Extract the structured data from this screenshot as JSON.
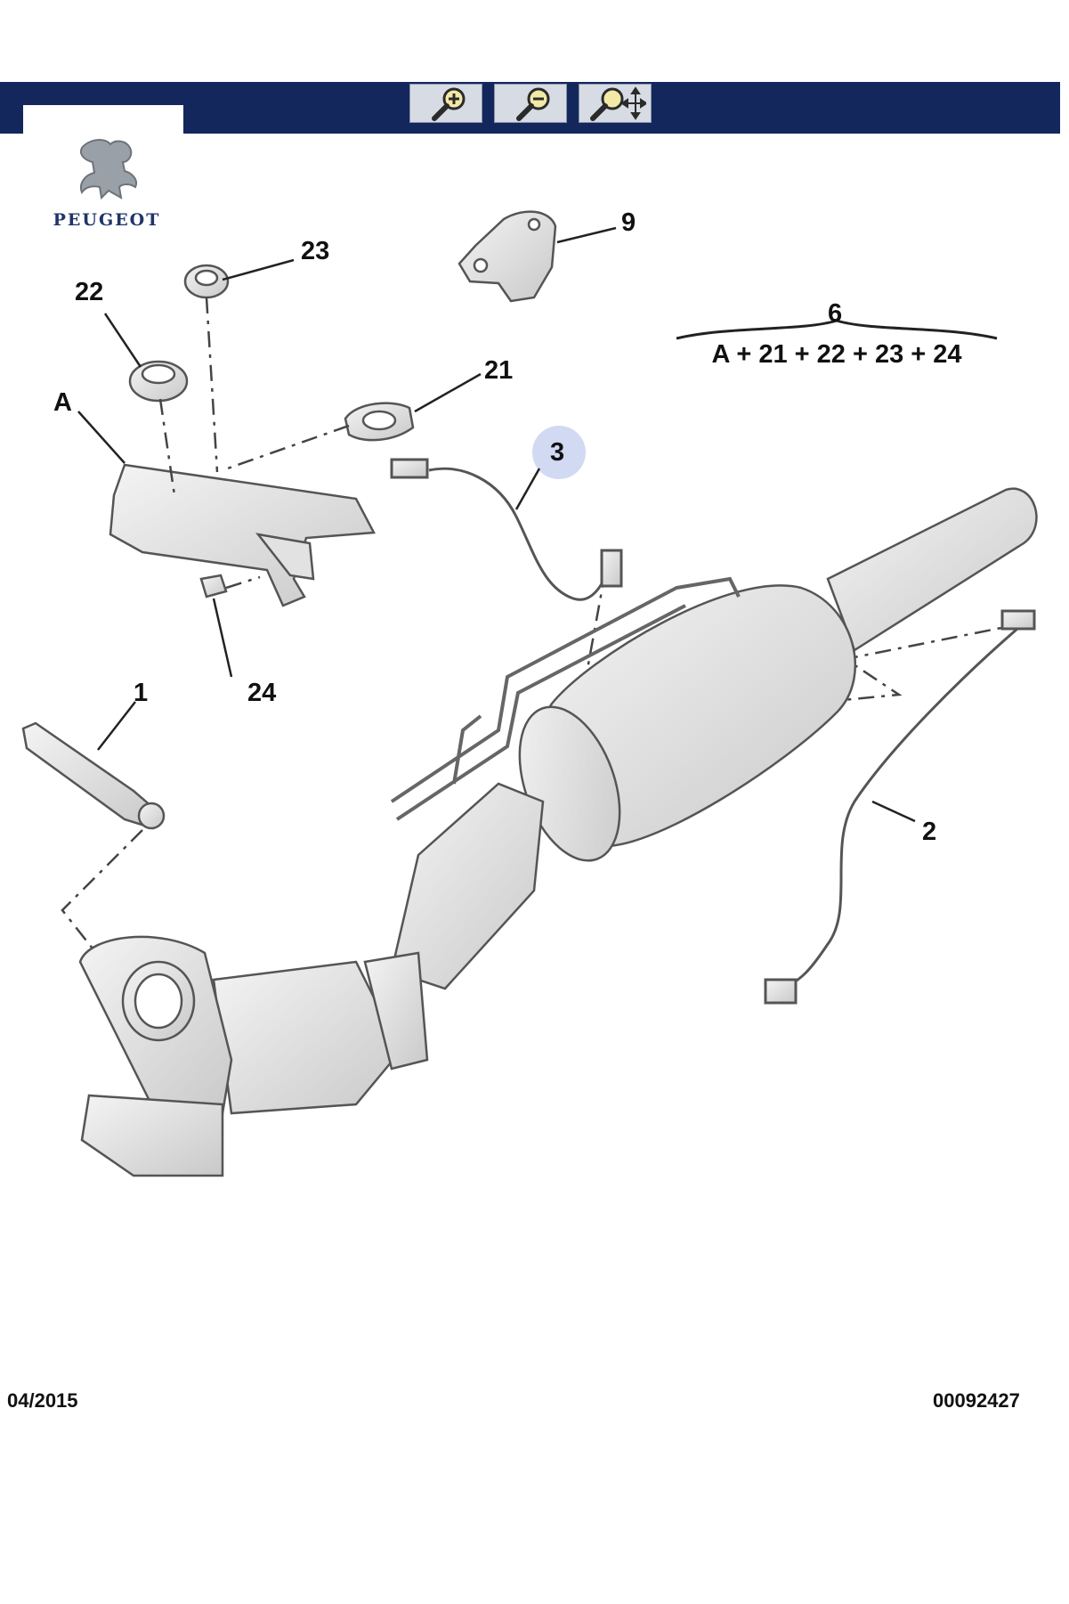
{
  "brand": {
    "name": "PEUGEOT"
  },
  "toolbar": {
    "zoom_in_icon": "zoom-in-icon",
    "zoom_out_icon": "zoom-out-icon",
    "pan_icon": "pan-icon"
  },
  "callouts": {
    "c1": "1",
    "c2": "2",
    "c3": "3",
    "c9": "9",
    "c21": "21",
    "c22": "22",
    "c23": "23",
    "c24": "24",
    "c6": "6",
    "cA": "A"
  },
  "formula": "A + 21 + 22 + 23 + 24",
  "footer": {
    "date": "04/2015",
    "code": "00092427"
  },
  "colors": {
    "header": "#13275c",
    "highlight": "#b9c6ee"
  }
}
